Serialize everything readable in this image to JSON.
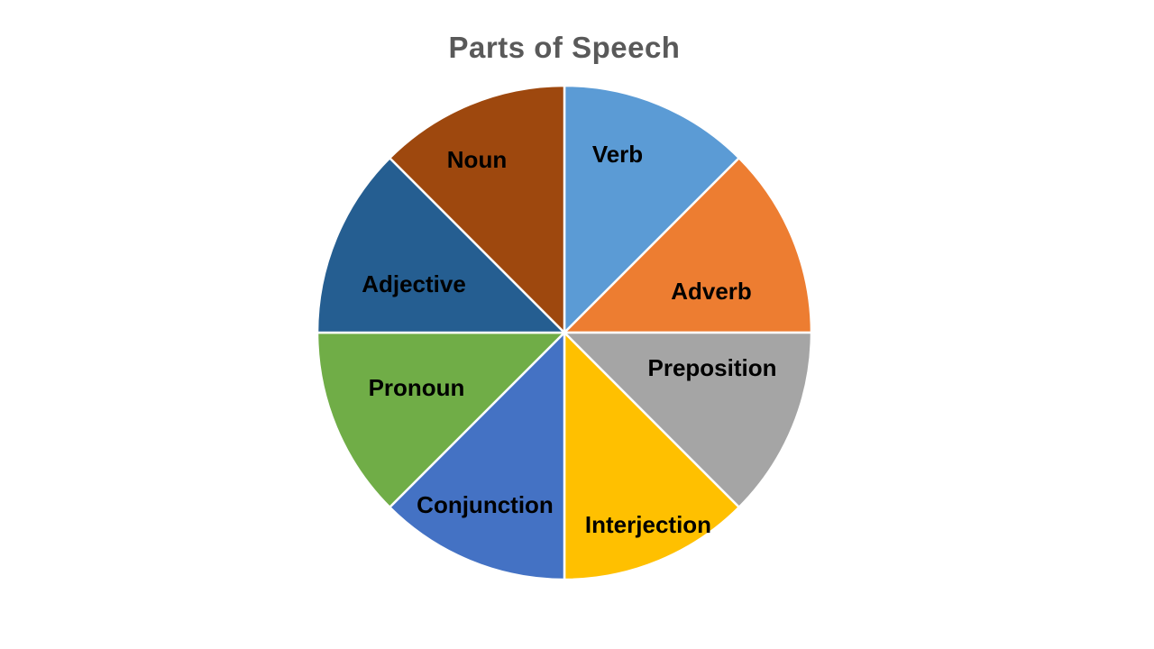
{
  "chart_data": {
    "type": "pie",
    "title": "Parts of Speech",
    "slices": [
      {
        "label": "Verb",
        "value": 1,
        "color": "#5B9BD5"
      },
      {
        "label": "Adverb",
        "value": 1,
        "color": "#ED7D31"
      },
      {
        "label": "Preposition",
        "value": 1,
        "color": "#A5A5A5"
      },
      {
        "label": "Interjection",
        "value": 1,
        "color": "#FFC000"
      },
      {
        "label": "Conjunction",
        "value": 1,
        "color": "#4472C4"
      },
      {
        "label": "Pronoun",
        "value": 1,
        "color": "#70AD47"
      },
      {
        "label": "Adjective",
        "value": 1,
        "color": "#255E91"
      },
      {
        "label": "Noun",
        "value": 1,
        "color": "#9E480E"
      }
    ],
    "legend": "none",
    "data_labels": "category-name"
  }
}
